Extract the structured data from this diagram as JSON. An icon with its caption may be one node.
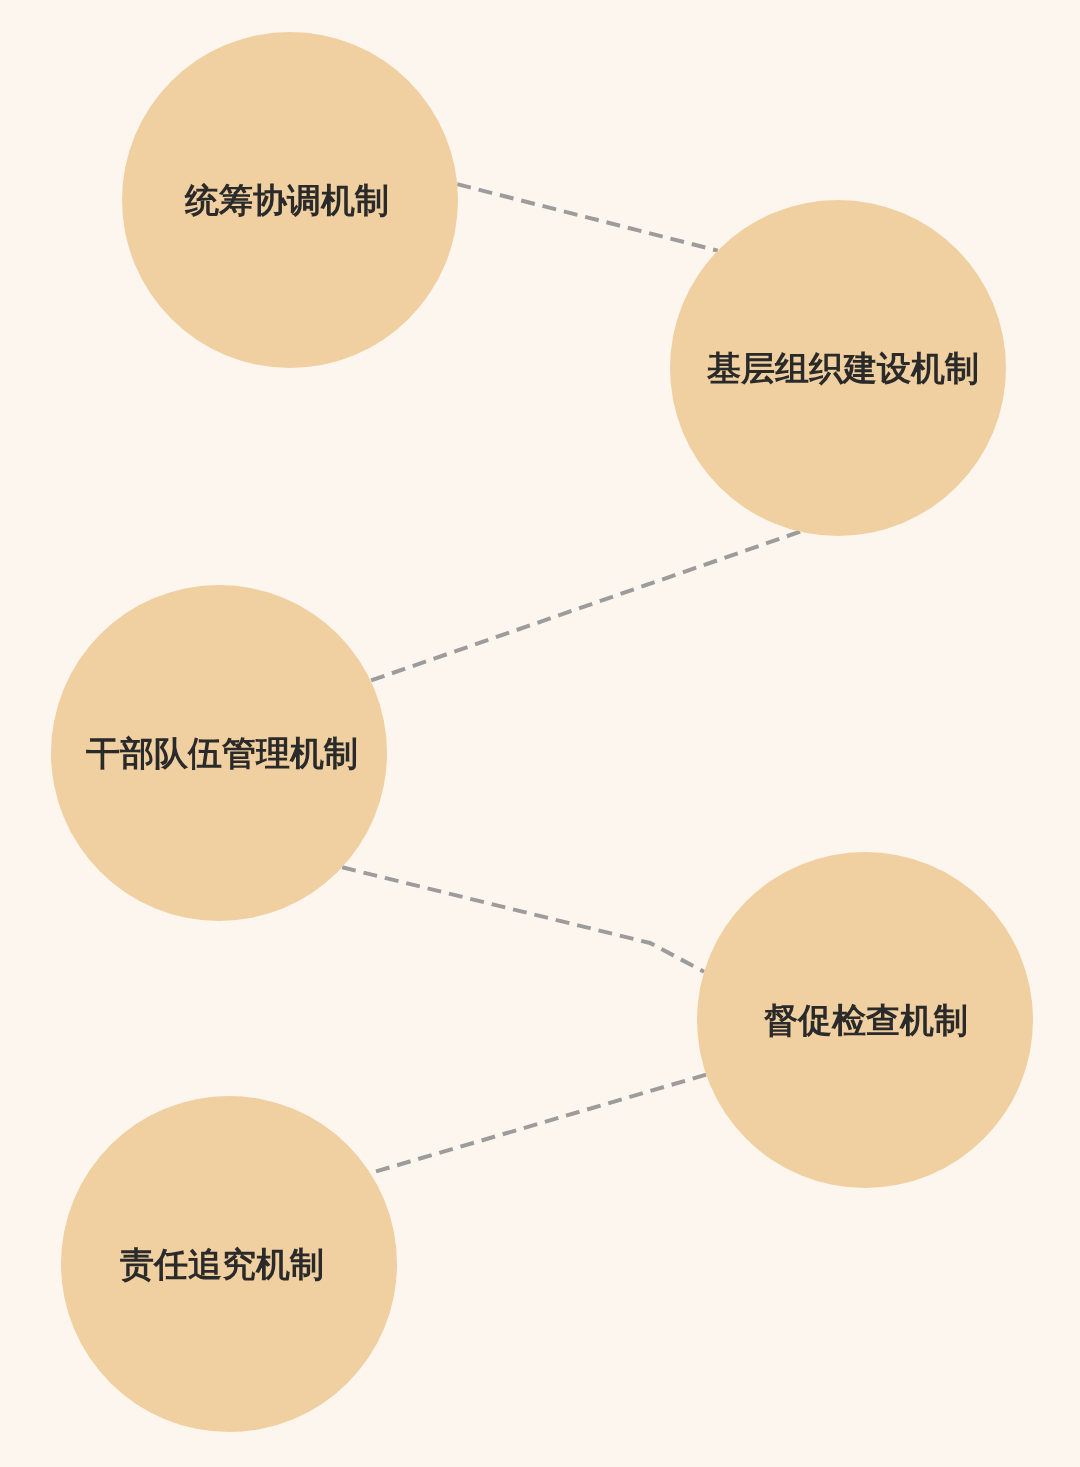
{
  "diagram": {
    "nodes": [
      {
        "text": [
          "统筹协调机制"
        ]
      },
      {
        "text": [
          "基层组织建设机制"
        ]
      },
      {
        "text": [
          "干部队伍管理机制"
        ]
      },
      {
        "text": [
          "督促检查机制"
        ]
      },
      {
        "text": [
          "责任追究机制"
        ]
      }
    ],
    "edges": [
      {
        "from": 0,
        "to": 1,
        "arrow": "none",
        "style": "dashed"
      },
      {
        "from": 1,
        "to": 2,
        "arrow": "none",
        "style": "dashed"
      },
      {
        "from": 2,
        "to": 3,
        "arrow": "none",
        "style": "dashed"
      },
      {
        "from": 3,
        "to": 4,
        "arrow": "none",
        "style": "dashed"
      }
    ]
  }
}
